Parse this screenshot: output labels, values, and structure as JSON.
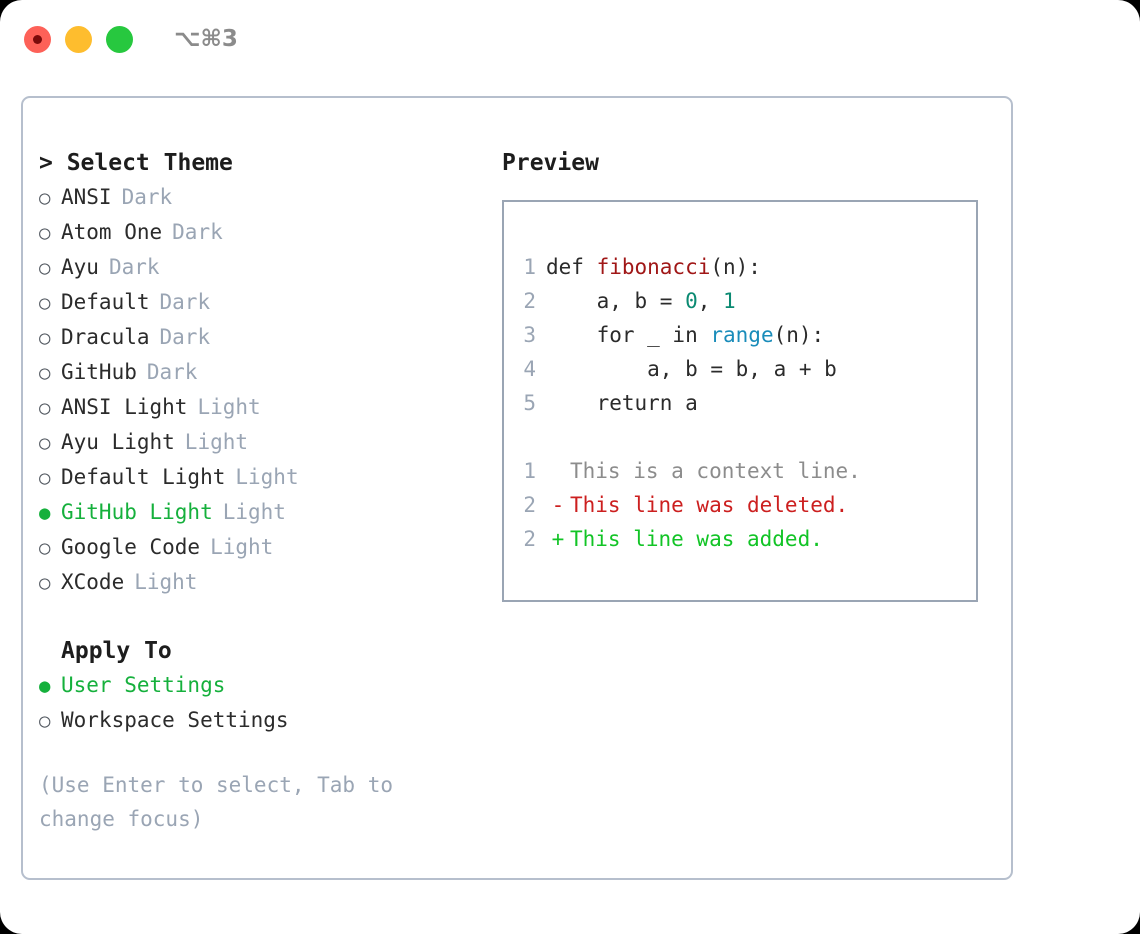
{
  "titlebar": {
    "shortcut": "⌥⌘3",
    "buttons": [
      {
        "name": "close",
        "color": "#fd6158"
      },
      {
        "name": "minimize",
        "color": "#febd2e"
      },
      {
        "name": "maximize",
        "color": "#27c83f"
      }
    ]
  },
  "colors": {
    "accent_green": "#15b03c",
    "muted": "#9aa5b4",
    "text": "#2b2b2b",
    "border": "#b6bfcd",
    "preview_border": "#9aa5b4",
    "diff_added": "#12c426",
    "diff_deleted": "#cc1f1f",
    "diff_context": "#8c8c8c",
    "syntax_function": "#a01717",
    "syntax_number": "#0b8a72",
    "syntax_builtin": "#1a8cba"
  },
  "theme_list": {
    "header": "> Select Theme",
    "bullet_selected": "●",
    "bullet_unselected": "○",
    "items": [
      {
        "label": "ANSI",
        "badge": "Dark",
        "selected": false
      },
      {
        "label": "Atom One",
        "badge": "Dark",
        "selected": false
      },
      {
        "label": "Ayu",
        "badge": "Dark",
        "selected": false
      },
      {
        "label": "Default",
        "badge": "Dark",
        "selected": false
      },
      {
        "label": "Dracula",
        "badge": "Dark",
        "selected": false
      },
      {
        "label": "GitHub",
        "badge": "Dark",
        "selected": false
      },
      {
        "label": "ANSI Light",
        "badge": "Light",
        "selected": false
      },
      {
        "label": "Ayu Light",
        "badge": "Light",
        "selected": false
      },
      {
        "label": "Default Light",
        "badge": "Light",
        "selected": false
      },
      {
        "label": "GitHub Light",
        "badge": "Light",
        "selected": true
      },
      {
        "label": "Google Code",
        "badge": "Light",
        "selected": false
      },
      {
        "label": "XCode",
        "badge": "Light",
        "selected": false
      }
    ]
  },
  "apply_to": {
    "header": "Apply To",
    "items": [
      {
        "label": "User Settings",
        "selected": true
      },
      {
        "label": "Workspace Settings",
        "selected": false
      }
    ]
  },
  "hint": "(Use Enter to select, Tab to change focus)",
  "preview": {
    "title": "Preview",
    "code_lines": [
      {
        "num": "1",
        "tokens": [
          {
            "t": "def ",
            "k": "plain"
          },
          {
            "t": "fibonacci",
            "k": "fn"
          },
          {
            "t": "(n):",
            "k": "plain"
          }
        ]
      },
      {
        "num": "2",
        "tokens": [
          {
            "t": "    a, b = ",
            "k": "plain"
          },
          {
            "t": "0",
            "k": "num"
          },
          {
            "t": ", ",
            "k": "plain"
          },
          {
            "t": "1",
            "k": "num"
          }
        ]
      },
      {
        "num": "3",
        "tokens": [
          {
            "t": "    for _ in ",
            "k": "plain"
          },
          {
            "t": "range",
            "k": "call"
          },
          {
            "t": "(n):",
            "k": "plain"
          }
        ]
      },
      {
        "num": "4",
        "tokens": [
          {
            "t": "        a, b = b, a + b",
            "k": "plain"
          }
        ]
      },
      {
        "num": "5",
        "tokens": [
          {
            "t": "    return a",
            "k": "plain"
          }
        ]
      }
    ],
    "diff_lines": [
      {
        "num": "1",
        "marker": " ",
        "text": "This is a context line.",
        "kind": "context"
      },
      {
        "num": "2",
        "marker": "-",
        "text": "This line was deleted.",
        "kind": "deleted"
      },
      {
        "num": "2",
        "marker": "+",
        "text": "This line was added.",
        "kind": "added"
      }
    ]
  }
}
